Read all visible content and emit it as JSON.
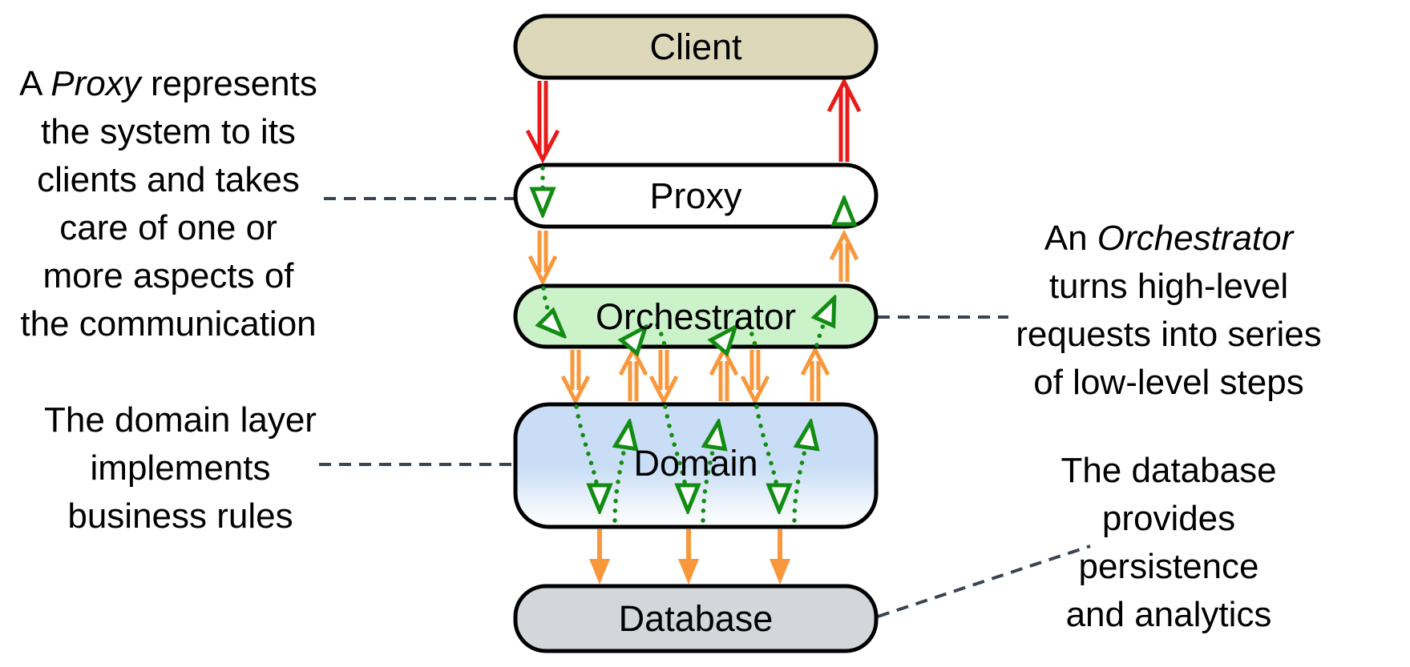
{
  "diagram": {
    "boxes": [
      {
        "id": "client",
        "label": "Client",
        "fill": "#ded8ba"
      },
      {
        "id": "proxy",
        "label": "Proxy",
        "fill": "#ffffff"
      },
      {
        "id": "orchestrator",
        "label": "Orchestrator",
        "fill": "#ccf2ca"
      },
      {
        "id": "domain",
        "label": "Domain",
        "fill": "#c9def6"
      },
      {
        "id": "database",
        "label": "Database",
        "fill": "#d3d7db"
      }
    ],
    "colors": {
      "request_flow_red": "#ea1a1a",
      "step_flow_orange": "#f8973b",
      "trace_green": "#128c12",
      "connector_dash": "#3a4450",
      "box_border": "#000000",
      "domain_fade": "#ffffff"
    },
    "annotations": {
      "proxy": {
        "line1_pre": "A ",
        "line1_italic": "Proxy",
        "line1_post": " represents",
        "rest": [
          "the system to its",
          "clients and takes",
          "care of one or",
          "more aspects of",
          "the communication"
        ]
      },
      "orchestrator": {
        "line1_pre": "An ",
        "line1_italic": "Orchestrator",
        "line1_post": "",
        "rest": [
          "turns high-level",
          "requests into series",
          "of low-level steps"
        ]
      },
      "domain": {
        "lines": [
          "The domain layer",
          "implements",
          "business rules"
        ]
      },
      "database": {
        "lines": [
          "The database",
          "provides",
          "persistence",
          "and analytics"
        ]
      }
    }
  }
}
